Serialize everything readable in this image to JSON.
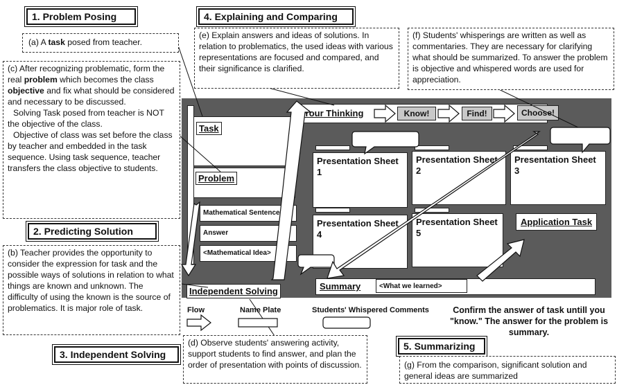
{
  "headers": {
    "h1": "1. Problem Posing",
    "h2": "2. Predicting Solution",
    "h3": "3. Independent Solving",
    "h4": "4. Explaining and Comparing",
    "h5": "5. Summarizing"
  },
  "notes": {
    "a": {
      "pre": "(a) A ",
      "bold": "task",
      "post": " posed from teacher."
    },
    "b": "(b) Teacher provides the opportunity to consider the expression for task and the possible ways of solutions in relation to what things are known and unknown. The difficulty of using the known is the source of problematics. It is major role of task.",
    "c": {
      "p1_pre": "(c) After recognizing problematic, form the real ",
      "p1_b1": "problem",
      "p1_mid": " which becomes the class ",
      "p1_b2": "objective",
      "p1_post": " and fix what should be considered and necessary to be discussed.",
      "p2": "Solving Task posed from teacher is NOT the objective of the class.",
      "p3": "Objective of class was set before the class by teacher and embedded in the task sequence. Using task sequence, teacher transfers the class objective to students."
    },
    "d": "(d) Observe students' answering activity, support students to find answer, and plan the order of presentation with points of discussion.",
    "e": "(e) Explain answers and ideas of solutions. In relation to problematics, the used ideas with various representations are focused and compared, and their significance is clarified.",
    "f": "(f) Students' whisperings are written as well as commentaries. They are necessary for clarifying what should be summarized. To answer the problem is objective and whispered words are used for appreciation.",
    "g": "(g) From the comparison, significant solution and general ideas are summarized"
  },
  "board": {
    "task": "Task",
    "problem": "Problem",
    "math_sentence": "Mathematical  Sentence",
    "answer": "Answer",
    "math_idea": "<Mathematical  Idea>",
    "independent_solving": "Independent Solving",
    "your_thinking": "Your Thinking",
    "know": "Know!",
    "find": "Find!",
    "choose": "Choose!",
    "sheets": [
      "Presentation Sheet 1",
      "Presentation Sheet 2",
      "Presentation Sheet 3",
      "Presentation Sheet 4",
      "Presentation Sheet 5"
    ],
    "application_task": "Application Task",
    "summary": "Summary",
    "what_we_learned": "<What we learned>"
  },
  "legend": {
    "flow": "Flow",
    "name_plate": "Name Plate",
    "whispered": "Students' Whispered Comments"
  },
  "confirm": "Confirm the answer of task untill you \"know.\" The answer for the problem is summary."
}
